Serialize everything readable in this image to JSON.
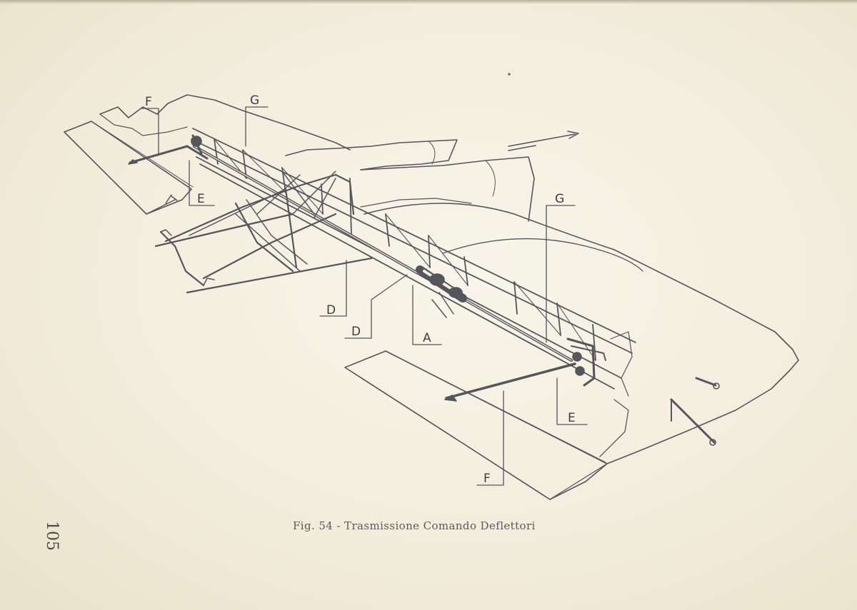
{
  "figure": {
    "caption": "Fig. 54 - Trasmissione Comando Deflettori",
    "labels": {
      "f_upper": "F",
      "g_upper": "G",
      "e_upper": "E",
      "g_right": "G",
      "d_left": "D",
      "d_lower": "D",
      "a": "A",
      "e_lower": "E",
      "f_lower": "F"
    }
  },
  "page": {
    "number": "105"
  },
  "colors": {
    "paper": "#f4efe0",
    "ink": "#55555c",
    "label": "#3e3e44"
  }
}
